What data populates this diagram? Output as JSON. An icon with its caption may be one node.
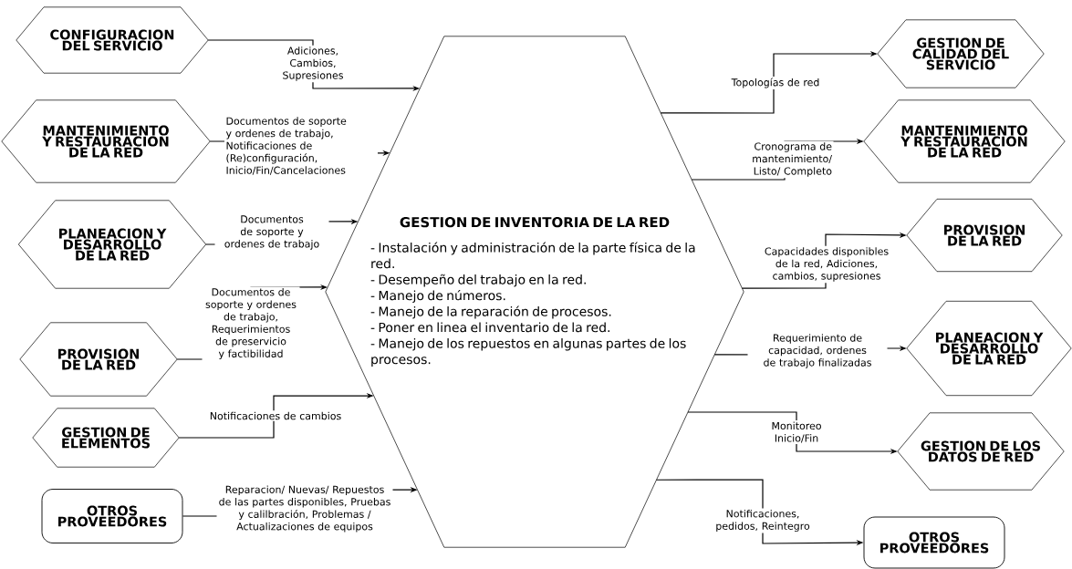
{
  "diagram": {
    "nodes": [
      {
        "text": [
          "CONFIGURACION DEL SERVICIO"
        ]
      },
      {
        "text": [
          "MANTENIMIENTO Y RESTAURACION DE LA RED"
        ]
      },
      {
        "text": [
          "PLANEACION Y DESARROLLO DE LA RED"
        ]
      },
      {
        "text": [
          "PROVISION DE LA RED"
        ]
      },
      {
        "text": [
          "GESTION DE ELEMENTOS"
        ]
      },
      {
        "text": [
          "OTROS PROVEEDORES"
        ]
      },
      {
        "text": [
          "GESTION DE INVENTORIA DE LA RED",
          "- Instalación  y administración de la parte física de la red.",
          "- Desempeño del trabajo en la red.",
          "- Manejo de números.",
          "- Manejo de la reparación de procesos.",
          "- Poner en linea el inventario de la red.",
          "- Manejo de los repuestos en algunas partes de los procesos."
        ]
      },
      {
        "text": [
          "GESTION DE CALIDAD DEL SERVICIO"
        ]
      },
      {
        "text": [
          "MANTENIMIENTO Y RESTAURACION DE LA RED"
        ]
      },
      {
        "text": [
          "PROVISION DE LA RED"
        ]
      },
      {
        "text": [
          "PLANEACION Y DESARROLLO DE LA RED"
        ]
      },
      {
        "text": [
          "GESTION DE LOS DATOS DE RED"
        ]
      },
      {
        "text": [
          "OTROS PROVEEDORES"
        ]
      }
    ],
    "edges": [
      {
        "from": 0,
        "to": 6,
        "arrow": "to",
        "label": "Adiciones, Cambios, Supresiones"
      },
      {
        "from": 1,
        "to": 6,
        "arrow": "to",
        "label": "Documentos de soporte y ordenes de trabajo, Notificaciones de (Re)configuración, Inicio/Fin/Cancelaciones"
      },
      {
        "from": 2,
        "to": 6,
        "arrow": "to",
        "label": "Documentos de soporte y ordenes de trabajo"
      },
      {
        "from": 3,
        "to": 6,
        "arrow": "to",
        "label": "Documentos de soporte y ordenes de trabajo, Requerimientos de preservicio y factibilidad"
      },
      {
        "from": 4,
        "to": 6,
        "arrow": "to",
        "label": "Notificaciones de cambios"
      },
      {
        "from": 5,
        "to": 6,
        "arrow": "to",
        "label": "Reparacion/ Nuevas/ Repuestos de las partes disponibles, Pruebas y calilbración, Problemas / Actualizaciones de equipos"
      },
      {
        "from": 6,
        "to": 7,
        "arrow": "to",
        "label": "Topologías de red"
      },
      {
        "from": 6,
        "to": 8,
        "arrow": "to",
        "label": "Cronograma de mantenimiento/ Listo/ Completo"
      },
      {
        "from": 6,
        "to": 9,
        "arrow": "to",
        "label": "Capacidades disponibles de la red, Adiciones, cambios, supresiones"
      },
      {
        "from": 6,
        "to": 10,
        "arrow": "to",
        "label": "Requerimiento de capacidad, ordenes de trabajo finalizadas"
      },
      {
        "from": 6,
        "to": 11,
        "arrow": "to",
        "label": "Monitoreo Inicio/Fin"
      },
      {
        "from": 6,
        "to": 12,
        "arrow": "to",
        "label": "Notificaciones, pedidos, Reintegro"
      }
    ]
  }
}
